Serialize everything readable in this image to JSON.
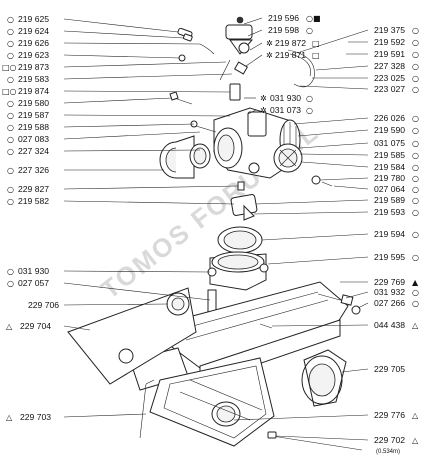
{
  "watermark": "TOMOS FORUM.NL",
  "labels_left": [
    {
      "sym": "○",
      "num": "219 625"
    },
    {
      "sym": "○",
      "num": "219 624"
    },
    {
      "sym": "○",
      "num": "219 626"
    },
    {
      "sym": "○",
      "num": "219 623"
    },
    {
      "sym": "□○",
      "num": "219 873"
    },
    {
      "sym": "○",
      "num": "219 583"
    },
    {
      "sym": "□○",
      "num": "219 874"
    },
    {
      "sym": "○",
      "num": "219 580"
    },
    {
      "sym": "○",
      "num": "219 587"
    },
    {
      "sym": "○",
      "num": "219 588"
    },
    {
      "sym": "○",
      "num": "027 083"
    },
    {
      "sym": "○",
      "num": "227 324"
    },
    {
      "sym": "○",
      "num": "227 326"
    },
    {
      "sym": "○",
      "num": "229 827"
    },
    {
      "sym": "○",
      "num": "219 582"
    },
    {
      "sym": "○",
      "num": "031 930"
    },
    {
      "sym": "○",
      "num": "027 057"
    },
    {
      "sym": "",
      "num": "229 706"
    },
    {
      "sym": "△",
      "num": "229 704"
    },
    {
      "sym": "△",
      "num": "229 703"
    }
  ],
  "labels_right": [
    {
      "num": "219 375",
      "sym": "○"
    },
    {
      "num": "219 592",
      "sym": "○"
    },
    {
      "num": "219 591",
      "sym": "○"
    },
    {
      "num": "227 328",
      "sym": "○"
    },
    {
      "num": "223 025",
      "sym": "○"
    },
    {
      "num": "223 027",
      "sym": "○"
    },
    {
      "num": "226 026",
      "sym": "○"
    },
    {
      "num": "219 590",
      "sym": "○"
    },
    {
      "num": "031 075",
      "sym": "○"
    },
    {
      "num": "219 585",
      "sym": "○"
    },
    {
      "num": "219 584",
      "sym": "○"
    },
    {
      "num": "219 780",
      "sym": "○"
    },
    {
      "num": "027 064",
      "sym": "○"
    },
    {
      "num": "219 589",
      "sym": "○"
    },
    {
      "num": "219 593",
      "sym": "○"
    },
    {
      "num": "219 594",
      "sym": "○"
    },
    {
      "num": "219 595",
      "sym": "○"
    },
    {
      "num": "229 769",
      "sym": "▲"
    },
    {
      "num": "031 932",
      "sym": "○"
    },
    {
      "num": "027 266",
      "sym": "○"
    },
    {
      "num": "044 438",
      "sym": "△"
    },
    {
      "num": "229 705",
      "sym": ""
    },
    {
      "num": "229 776",
      "sym": "△"
    },
    {
      "num": "229 702",
      "sym": "△"
    }
  ],
  "labels_center": [
    {
      "num": "219 596",
      "sym": "○■"
    },
    {
      "num": "219 598",
      "sym": "○"
    },
    {
      "num": "219 872",
      "sym": "✲",
      "suffix": "□"
    },
    {
      "num": "219 871",
      "sym": "✲",
      "suffix": "□"
    },
    {
      "num": "031 930",
      "sym": "✲",
      "suffix": "○"
    },
    {
      "num": "031 073",
      "sym": "✲",
      "suffix": "○"
    }
  ],
  "footnote": "(0.534m)"
}
